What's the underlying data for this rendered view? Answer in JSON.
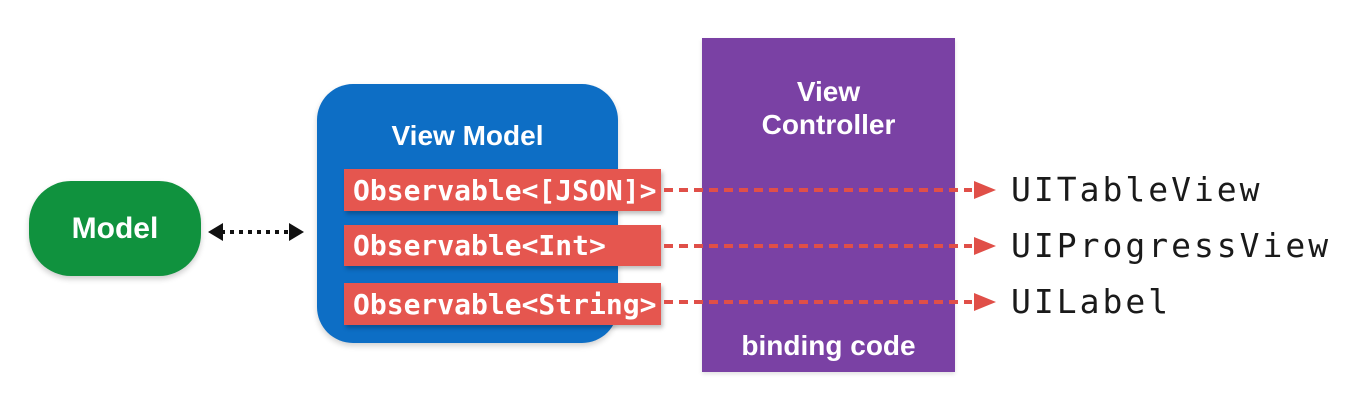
{
  "model": {
    "label": "Model"
  },
  "view_model": {
    "title": "View Model",
    "observables": [
      {
        "label": "Observable<[JSON]>",
        "target": "UITableView"
      },
      {
        "label": "Observable<Int>",
        "target": "UIProgressView"
      },
      {
        "label": "Observable<String>",
        "target": "UILabel"
      }
    ]
  },
  "view_controller": {
    "title": "View Controller",
    "footer": "binding code"
  },
  "colors": {
    "model_fill": "#10923e",
    "view_model_fill": "#0d6ec5",
    "view_controller_fill": "#7a41a4",
    "observable_fill": "#e5564f",
    "binding_arrow": "#e04f48",
    "model_arrow": "#111111",
    "target_text": "#1a1a1a"
  }
}
